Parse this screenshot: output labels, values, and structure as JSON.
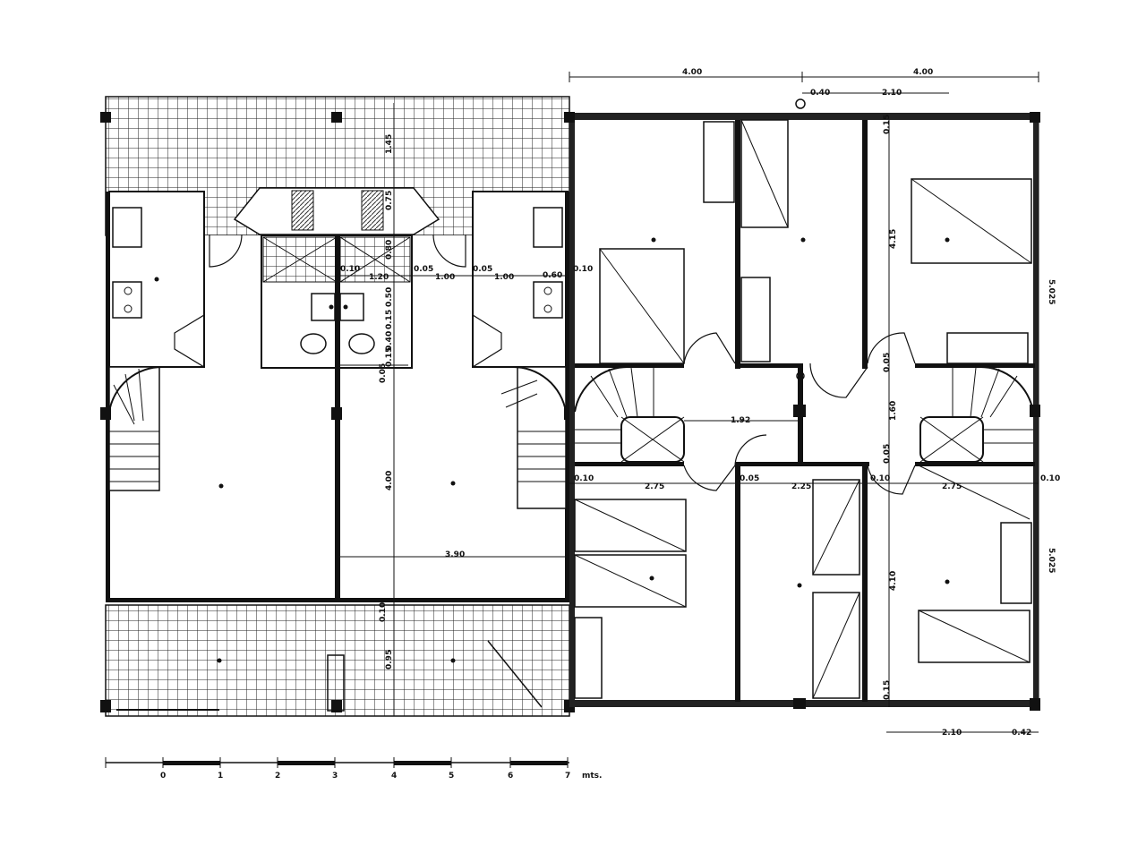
{
  "dims": {
    "top_left": "4.00",
    "top_right": "4.00",
    "top_0_40": "0.40",
    "top_2_10": "2.10",
    "bottom_2_10": "2.10",
    "bottom_0_42": "0.42",
    "d_1_45": "1.45",
    "d_0_75": "0.75",
    "d_0_80": "0.80",
    "d_0_50": "0.50",
    "d_0_15a": "0.15",
    "d_0_40b": "0.40",
    "d_0_15b": "0.15",
    "d_0_05a": "0.05",
    "d_4_00": "4.00",
    "d_0_10v": "0.10",
    "d_0_95": "0.95",
    "h_0_10a": "0.10",
    "h_1_20": "1.20",
    "h_0_05a": "0.05",
    "h_1_00a": "1.00",
    "h_0_05b": "0.05",
    "h_1_00b": "1.00",
    "h_0_60": "0.60",
    "h_0_10b": "0.10",
    "h_3_90": "3.90",
    "h_1_92": "1.92",
    "h_0_10c": "0.10",
    "h_2_75a": "2.75",
    "h_0_05c": "0.05",
    "h_2_25": "2.25",
    "h_0_10d": "0.10",
    "h_2_75b": "2.75",
    "h_0_10e": "0.10",
    "v_0_15a": "0.15",
    "v_4_15": "4.15",
    "v_0_05a": "0.05",
    "v_1_60": "1.60",
    "v_0_05b": "0.05",
    "v_4_10": "4.10",
    "v_0_15b": "0.15",
    "v_5_025a": "5.025",
    "v_5_025b": "5.025"
  },
  "scale_bar": {
    "labels": [
      "0",
      "1",
      "2",
      "3",
      "4",
      "5",
      "6",
      "7"
    ],
    "unit": "mts."
  }
}
